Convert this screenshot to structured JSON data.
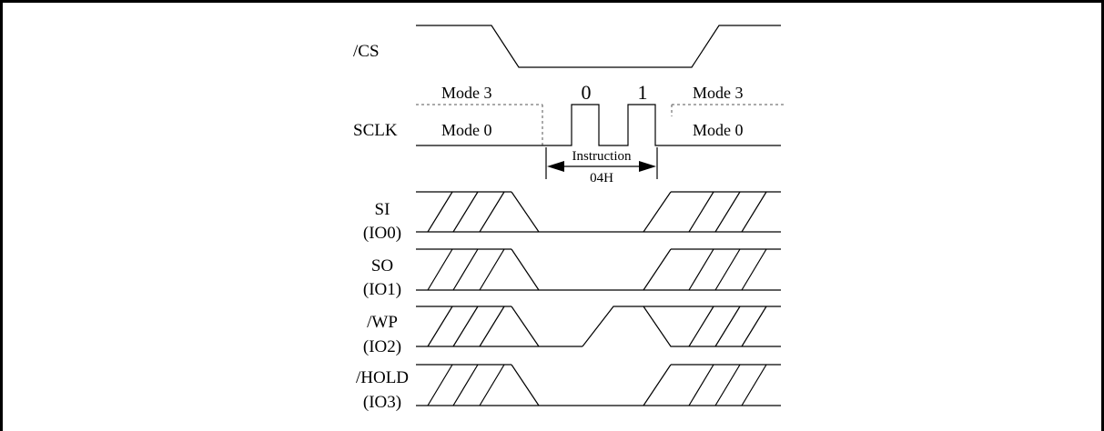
{
  "signals": {
    "cs": "/CS",
    "sclk": "SCLK",
    "si": [
      "SI",
      "(IO0)"
    ],
    "so": [
      "SO",
      "(IO1)"
    ],
    "wp": [
      "/WP",
      "(IO2)"
    ],
    "hold": [
      "/HOLD",
      "(IO3)"
    ]
  },
  "modes": {
    "left_mode3": "Mode 3",
    "left_mode0": "Mode 0",
    "right_mode3": "Mode 3",
    "right_mode0": "Mode 0"
  },
  "clock_edges": [
    "0",
    "1"
  ],
  "instruction": {
    "label": "Instruction",
    "code": "04H"
  }
}
